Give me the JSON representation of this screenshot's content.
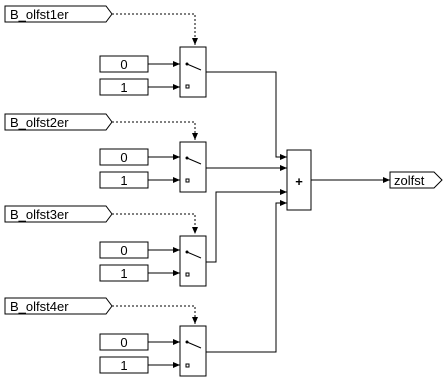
{
  "diagram": {
    "channels": [
      {
        "selector": "B_olfst1er",
        "const_a": "0",
        "const_b": "1"
      },
      {
        "selector": "B_olfst2er",
        "const_a": "0",
        "const_b": "1"
      },
      {
        "selector": "B_olfst3er",
        "const_a": "0",
        "const_b": "1"
      },
      {
        "selector": "B_olfst4er",
        "const_a": "0",
        "const_b": "1"
      }
    ],
    "sum_sign": "+",
    "output": "zolfst"
  }
}
